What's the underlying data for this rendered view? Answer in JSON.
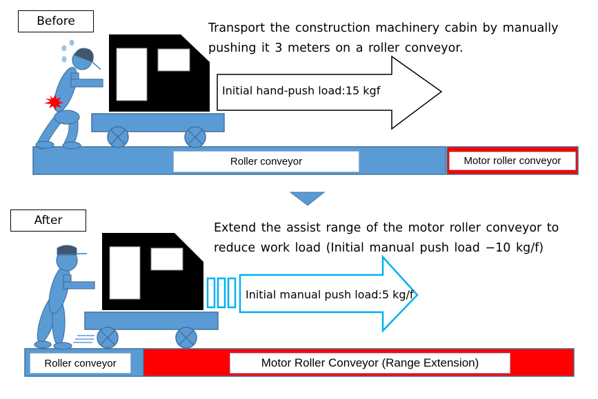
{
  "colors": {
    "steel_blue": "#5b9bd5",
    "steel_blue_dark": "#41719c",
    "red": "#ff0000",
    "cyan": "#00b0f0",
    "cab_black": "#000000",
    "cap_dark": "#44546a",
    "sweat": "#9dc3e6"
  },
  "before": {
    "label": "Before",
    "description_line1": "Transport the construction machinery cabin by manually",
    "description_line2": "pushing it 3 meters on a roller conveyor.",
    "arrow_text": "Initial hand-push load:15 kgf",
    "conveyor_label": "Roller conveyor",
    "motor_conveyor_label": "Motor roller conveyor"
  },
  "transition": {
    "icon": "down-triangle-icon"
  },
  "after": {
    "label": "After",
    "description_line1": "Extend the assist range of the motor roller conveyor to",
    "description_line2": "reduce work load (Initial manual push load −10 kg/f)",
    "arrow_text": "Initial manual push load:5 kg/f",
    "conveyor_label": "Roller conveyor",
    "motor_conveyor_label": "Motor Roller Conveyor (Range Extension)"
  }
}
